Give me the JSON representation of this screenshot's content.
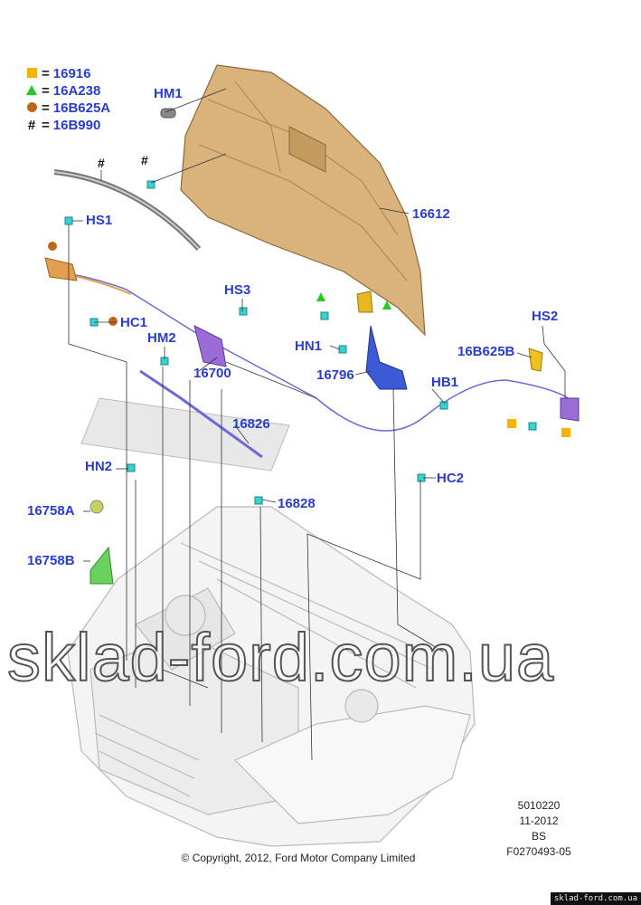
{
  "legend": [
    {
      "symbol": "square",
      "color": "#f5b400",
      "code": "16916"
    },
    {
      "symbol": "triangle",
      "color": "#22cc22",
      "code": "16A238"
    },
    {
      "symbol": "circle",
      "color": "#c0661a",
      "code": "16B625A"
    },
    {
      "symbol": "hash",
      "color": "#111111",
      "code": "16B990"
    }
  ],
  "legend_eq": "=",
  "hash_mark": "#",
  "labels": {
    "HM1": "HM1",
    "p16612": "16612",
    "HS1": "HS1",
    "HC1": "HC1",
    "HS3": "HS3",
    "HM2": "HM2",
    "p16700": "16700",
    "HN1": "HN1",
    "p16796": "16796",
    "HS2": "HS2",
    "p16B625B": "16B625B",
    "HB1": "HB1",
    "p16826": "16826",
    "HN2": "HN2",
    "HC2": "HC2",
    "p16828": "16828",
    "p16758A": "16758A",
    "p16758B": "16758B"
  },
  "info": [
    "5010220",
    "11-2012",
    "BS",
    "F0270493-05"
  ],
  "copyright": "© Copyright, 2012, Ford Motor Company Limited",
  "watermark": "sklad-ford.com.ua",
  "watermark_small": "sklad-ford.com.ua"
}
